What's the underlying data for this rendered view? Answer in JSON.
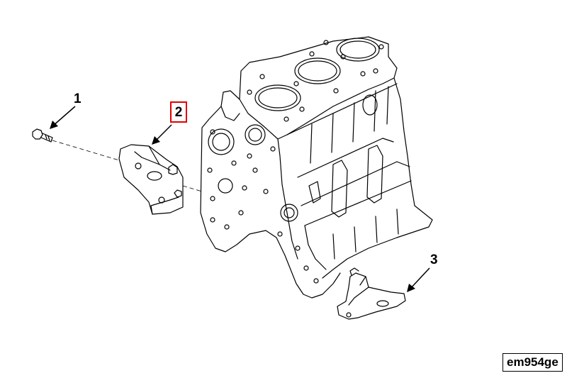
{
  "callouts": [
    {
      "label": "1",
      "part": "capscrew"
    },
    {
      "label": "2",
      "part": "front-lifting-bracket",
      "highlighted": true
    },
    {
      "label": "3",
      "part": "rear-lifting-bracket"
    }
  ],
  "reference_code": "em954ge",
  "colors": {
    "line": "#000000",
    "highlight": "#e00000",
    "background": "#ffffff"
  }
}
